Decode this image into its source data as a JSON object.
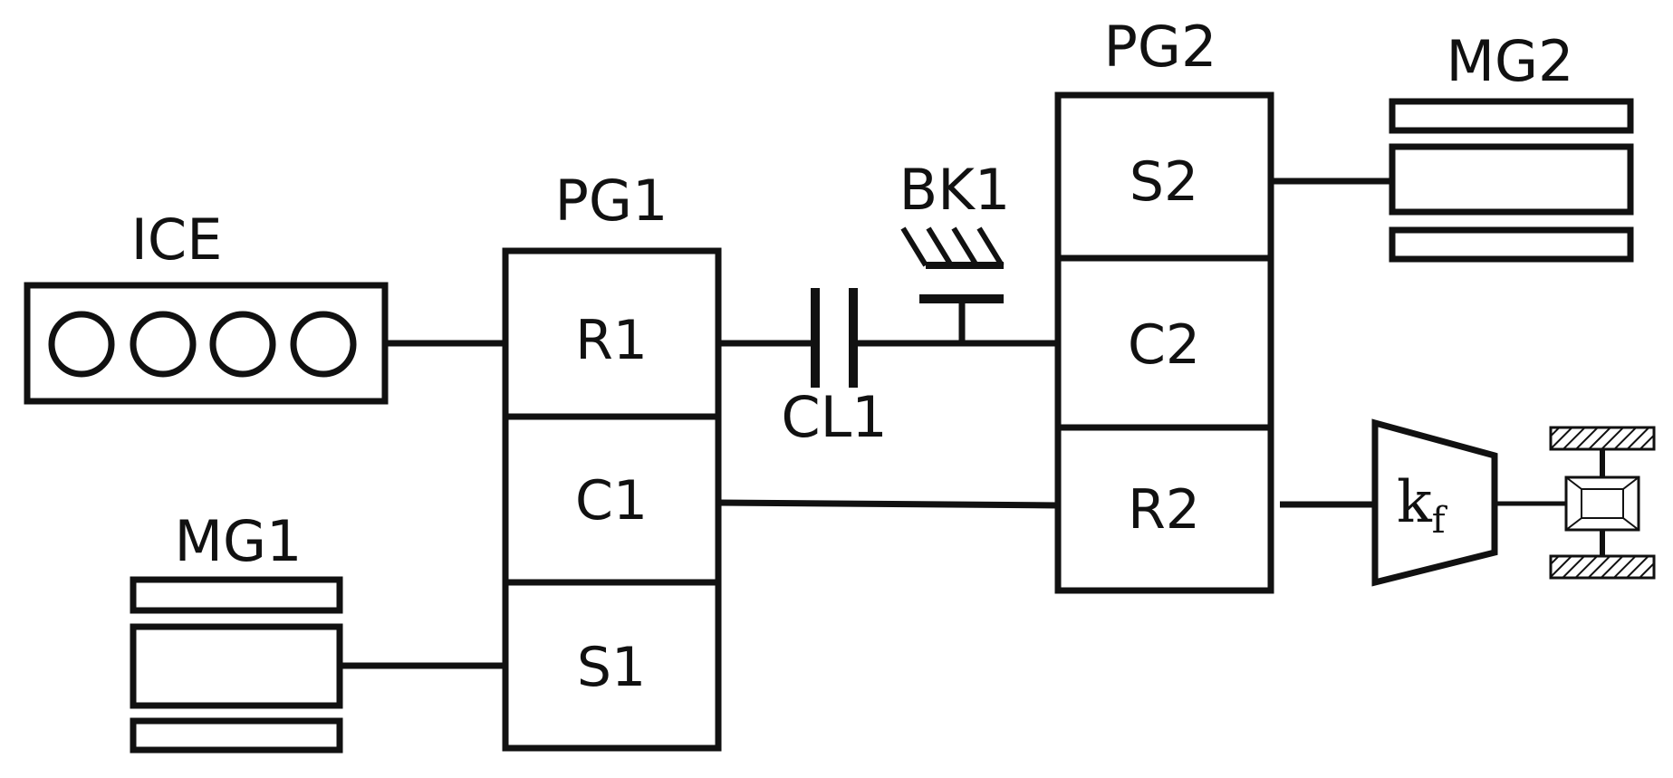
{
  "labels": {
    "ice": "ICE",
    "pg1": "PG1",
    "pg2": "PG2",
    "mg1": "MG1",
    "mg2": "MG2",
    "bk1": "BK1",
    "cl1": "CL1",
    "r1": "R1",
    "c1": "C1",
    "s1": "S1",
    "s2": "S2",
    "c2": "C2",
    "r2": "R2",
    "kf_main": "k",
    "kf_sub": "f"
  },
  "colors": {
    "stroke": "#111111",
    "background": "#ffffff"
  }
}
